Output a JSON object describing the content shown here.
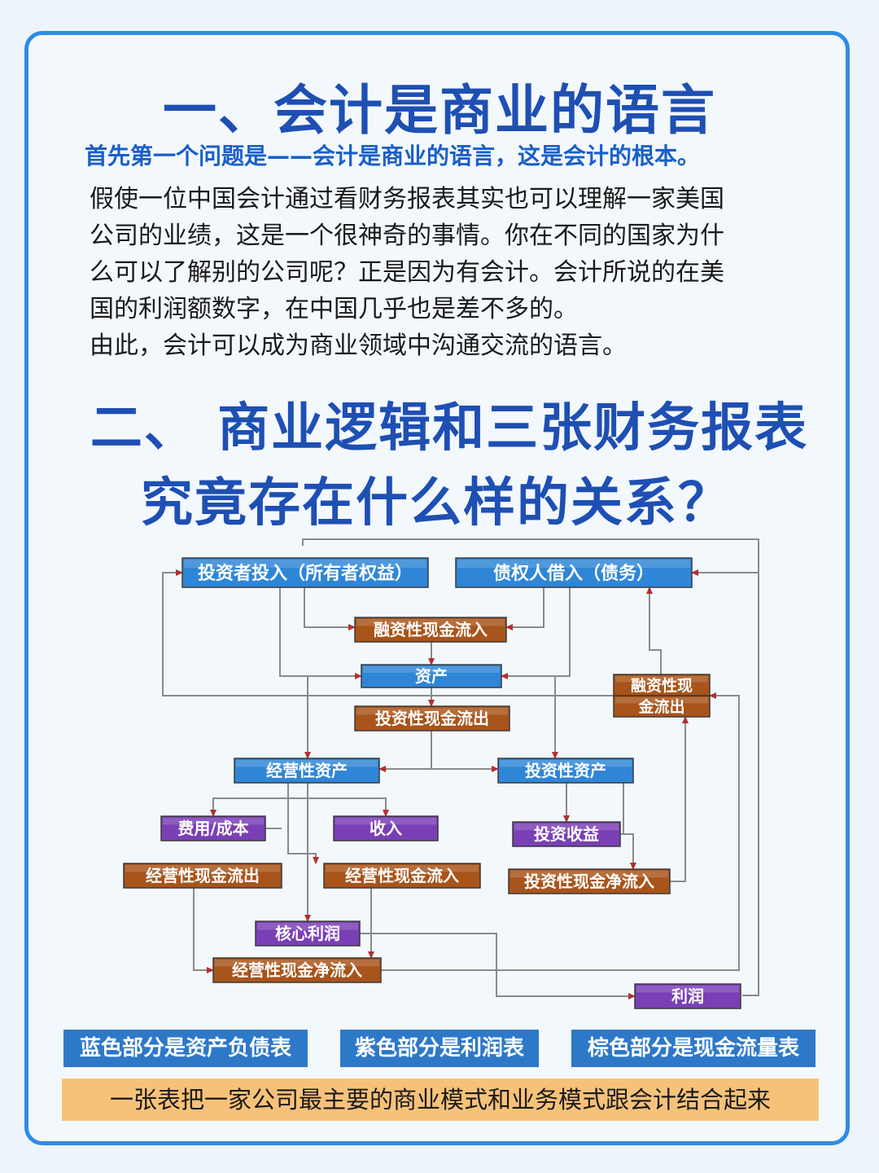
{
  "section1": {
    "title": "一、会计是商业的语言",
    "subtitle": "首先第一个问题是——会计是商业的语言，这是会计的根本。",
    "lines": [
      "假使一位中国会计通过看财务报表其实也可以理解一家美国",
      "公司的业绩，这是一个很神奇的事情。你在不同的国家为什",
      "么可以了解别的公司呢？正是因为有会计。会计所说的在美",
      "国的利润额数字，在中国几乎也是差不多的。",
      "由此，会计可以成为商业领域中沟通交流的语言。"
    ]
  },
  "section2": {
    "title_line1": "二、 商业逻辑和三张财务报表",
    "title_line2": "究竟存在什么样的关系？"
  },
  "colors": {
    "blue": "#2f86d6",
    "purple": "#7a3fb5",
    "brown": "#a8541a",
    "line": "#8a8a8a",
    "arrow": "#b03030"
  },
  "diagram": {
    "nodes": {
      "investor": {
        "label": "投资者投入（所有者权益）",
        "category": "blue"
      },
      "creditor": {
        "label": "债权人借入（债务）",
        "category": "blue"
      },
      "fin_in": {
        "label": "融资性现金流入",
        "category": "brown"
      },
      "assets": {
        "label": "资产",
        "category": "blue"
      },
      "fin_out_1": {
        "label": "融资性现",
        "category": "brown"
      },
      "fin_out_2": {
        "label": "金流出",
        "category": "brown"
      },
      "inv_out": {
        "label": "投资性现金流出",
        "category": "brown"
      },
      "op_assets": {
        "label": "经营性资产",
        "category": "blue"
      },
      "inv_assets": {
        "label": "投资性资产",
        "category": "blue"
      },
      "cost": {
        "label": "费用/成本",
        "category": "purple"
      },
      "revenue": {
        "label": "收入",
        "category": "purple"
      },
      "inv_income": {
        "label": "投资收益",
        "category": "purple"
      },
      "op_out": {
        "label": "经营性现金流出",
        "category": "brown"
      },
      "op_in": {
        "label": "经营性现金流入",
        "category": "brown"
      },
      "inv_net": {
        "label": "投资性现金净流入",
        "category": "brown"
      },
      "core_profit": {
        "label": "核心利润",
        "category": "purple"
      },
      "op_net": {
        "label": "经营性现金净流入",
        "category": "brown"
      },
      "profit": {
        "label": "利润",
        "category": "purple"
      }
    }
  },
  "legend": {
    "blue": "蓝色部分是资产负债表",
    "purple": "紫色部分是利润表",
    "brown": "棕色部分是现金流量表"
  },
  "summary": "一张表把一家公司最主要的商业模式和业务模式跟会计结合起来"
}
